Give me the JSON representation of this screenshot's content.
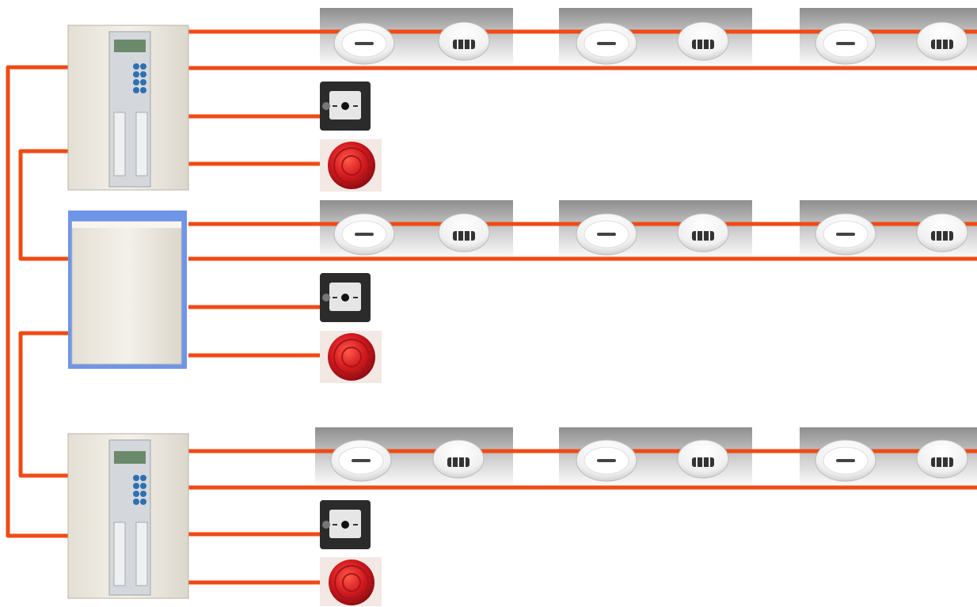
{
  "diagram": {
    "background": "#ffffff",
    "wire_color": "#f04a14",
    "panel_types": {
      "main": "fire-alarm-control-panel",
      "repeater": "blank-enclosure-panel"
    },
    "panels": [
      {
        "id": "panel-1",
        "kind": "main",
        "icon": "fire-alarm-control-panel-icon"
      },
      {
        "id": "panel-2",
        "kind": "repeater",
        "icon": "enclosure-panel-icon",
        "highlight": "#6f95e8"
      },
      {
        "id": "panel-3",
        "kind": "main",
        "icon": "fire-alarm-control-panel-icon"
      }
    ],
    "loops": [
      {
        "panel": "panel-1",
        "detector_pairs": 3,
        "icons": [
          "optical-smoke-detector-icon",
          "heat-detector-icon"
        ]
      },
      {
        "panel": "panel-2",
        "detector_pairs": 3,
        "icons": [
          "optical-smoke-detector-icon",
          "heat-detector-icon"
        ]
      },
      {
        "panel": "panel-3",
        "detector_pairs": 3,
        "icons": [
          "optical-smoke-detector-icon",
          "heat-detector-icon"
        ]
      }
    ],
    "call_points": [
      {
        "panel": "panel-1",
        "icon": "manual-call-point-icon"
      },
      {
        "panel": "panel-2",
        "icon": "manual-call-point-icon"
      },
      {
        "panel": "panel-3",
        "icon": "manual-call-point-icon"
      }
    ],
    "sounders": [
      {
        "panel": "panel-1",
        "icon": "alarm-sounder-icon",
        "color": "#c0151b"
      },
      {
        "panel": "panel-2",
        "icon": "alarm-sounder-icon",
        "color": "#c0151b"
      },
      {
        "panel": "panel-3",
        "icon": "alarm-sounder-icon",
        "color": "#c0151b"
      }
    ],
    "network_links": [
      {
        "from": "panel-1",
        "to": "panel-3"
      },
      {
        "from": "panel-1",
        "to": "panel-2"
      },
      {
        "from": "panel-2",
        "to": "panel-3"
      }
    ]
  }
}
